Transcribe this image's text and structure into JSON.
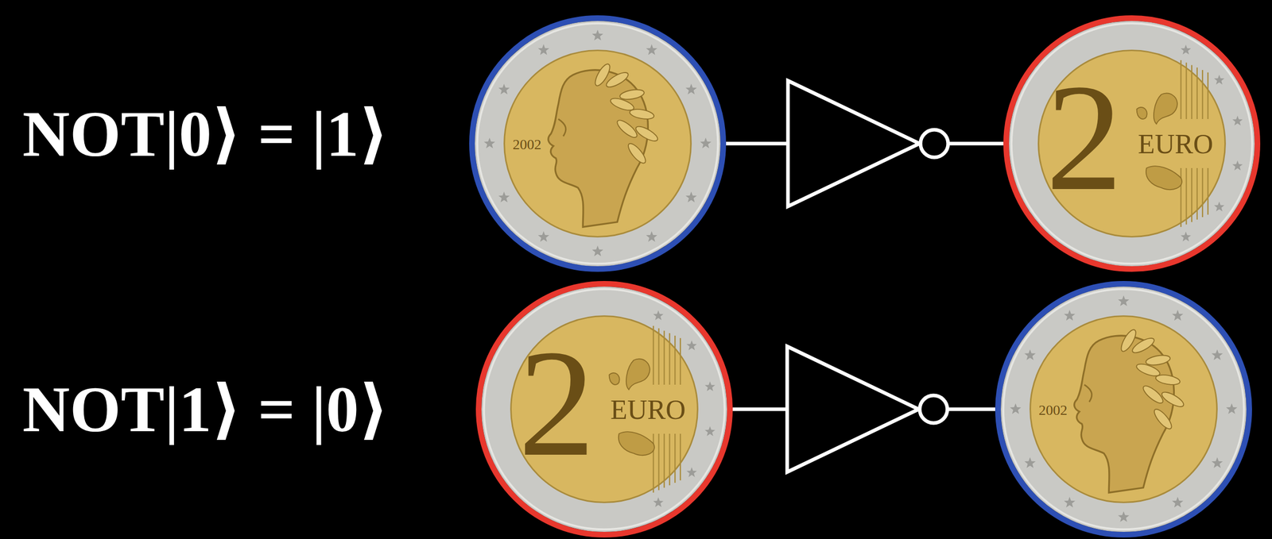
{
  "diagram": {
    "nodes": [
      {
        "text": [
          "2002"
        ]
      },
      {
        "text": [
          "2",
          "EURO"
        ]
      },
      {
        "text": [
          "2",
          "EURO"
        ]
      },
      {
        "text": [
          "2002"
        ]
      }
    ],
    "edges": [
      {
        "from": 0,
        "to": 1,
        "arrow": "none"
      },
      {
        "from": 2,
        "to": 3,
        "arrow": "none"
      }
    ],
    "labels": [
      "NOT|0⟩ = |1⟩",
      "NOT|1⟩ = |0⟩"
    ]
  }
}
